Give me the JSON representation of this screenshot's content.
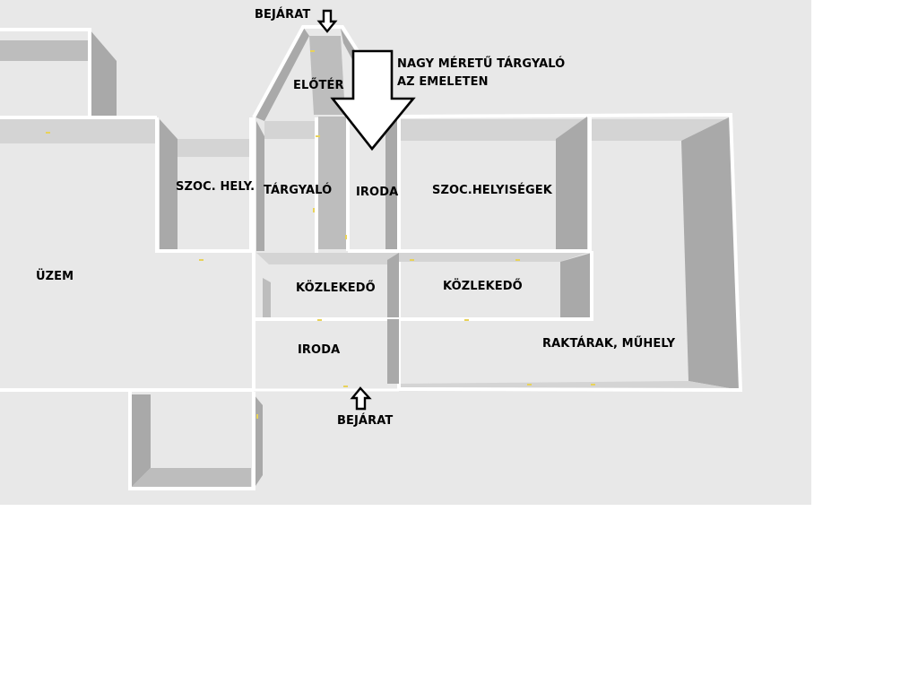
{
  "colors": {
    "canvas": "#e8e8e8",
    "floor": "#e2e2e2",
    "wall_top": "#ffffff",
    "wall_face": "#a9a9a9",
    "wall_side": "#bdbdbd",
    "wall_light": "#d4d4d4",
    "arrow_outline": "#000000",
    "arrow_fill": "#ffffff",
    "light_fixture": "#e8d25a"
  },
  "icons": {
    "entrance_arrow": "down-arrow-outline",
    "upper_floor_arrow": "large-down-arrow-outline",
    "rear_entrance_arrow": "up-arrow-outline"
  },
  "labels": {
    "entrance_top": "BEJÁRAT",
    "entrance_bottom": "BEJÁRAT",
    "meeting_upstairs_line1": "NAGY MÉRETŰ TÁRGYALÓ",
    "meeting_upstairs_line2": "AZ EMELETEN",
    "lobby": "ELŐTÉR",
    "social_small": "SZOC. HELY.",
    "meeting_room": "TÁRGYALÓ",
    "office_upper": "IRODA",
    "social_large": "SZOC.HELYISÉGEK",
    "plant": "ÜZEM",
    "corridor_left": "KÖZLEKEDŐ",
    "corridor_right": "KÖZLEKEDŐ",
    "office_lower": "IRODA",
    "storage_workshop": "RAKTÁRAK, MŰHELY"
  }
}
